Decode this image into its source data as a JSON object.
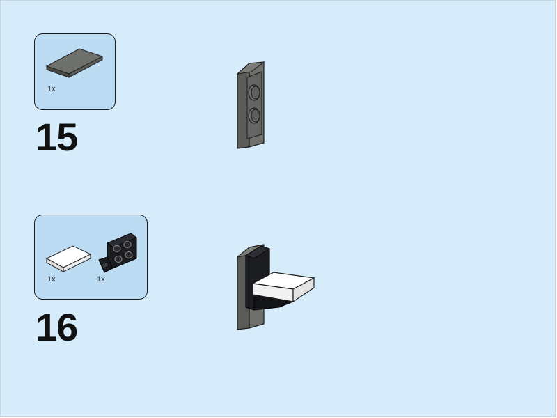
{
  "steps": [
    {
      "number": "15",
      "parts": [
        {
          "qty": "1x",
          "part": "dark-gray-tile-2x2",
          "color": "#6b6d69"
        }
      ]
    },
    {
      "number": "16",
      "parts": [
        {
          "qty": "1x",
          "part": "white-tile-2x2",
          "color": "#ffffff"
        },
        {
          "qty": "1x",
          "part": "black-bracket-2x2",
          "color": "#1c1d21"
        }
      ]
    }
  ],
  "colors": {
    "background": "#d6ecfb",
    "parts_box": "#bcdcf4",
    "dark_gray": "#6b6d69",
    "black": "#1c1d21",
    "white": "#ffffff"
  }
}
